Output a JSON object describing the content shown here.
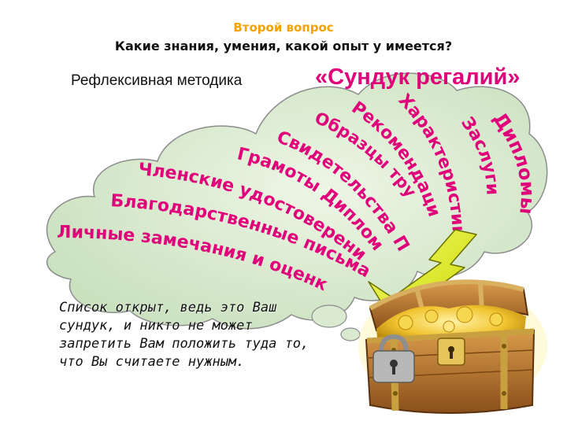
{
  "header": {
    "question_label": "Второй вопрос",
    "question_text": "Какие знания, умения, какой опыт у  имеется?"
  },
  "method": {
    "label": "Рефлексивная методика",
    "title": "«Сундук регалий»"
  },
  "cloud_items": [
    "Дипломы",
    "Заслуги",
    "Характеристика",
    "Рекомендации",
    "Образцы трудов",
    "Свидетельства ПК",
    "Грамоты Дипломы",
    "Членские удостоверения",
    "Благодарственные письма",
    "Личные замечания и оценки"
  ],
  "note_lines": [
    "Список открыт, ведь это Ваш",
    "сундук, и никто не может",
    "запретить Вам положить туда то,",
    "что Вы считаете нужным."
  ],
  "colors": {
    "cloud": "#d9ead0",
    "cloud_border": "#8c8c8c",
    "item_text": "#e0007a",
    "title": "#e0007a",
    "question_label": "#f5a200",
    "arrow": "#e6f020",
    "chest_wood": "#b7742b",
    "chest_gold": "#f2c531"
  },
  "icons": [
    "arrow-icon",
    "treasure-chest-icon",
    "padlock-icon"
  ]
}
